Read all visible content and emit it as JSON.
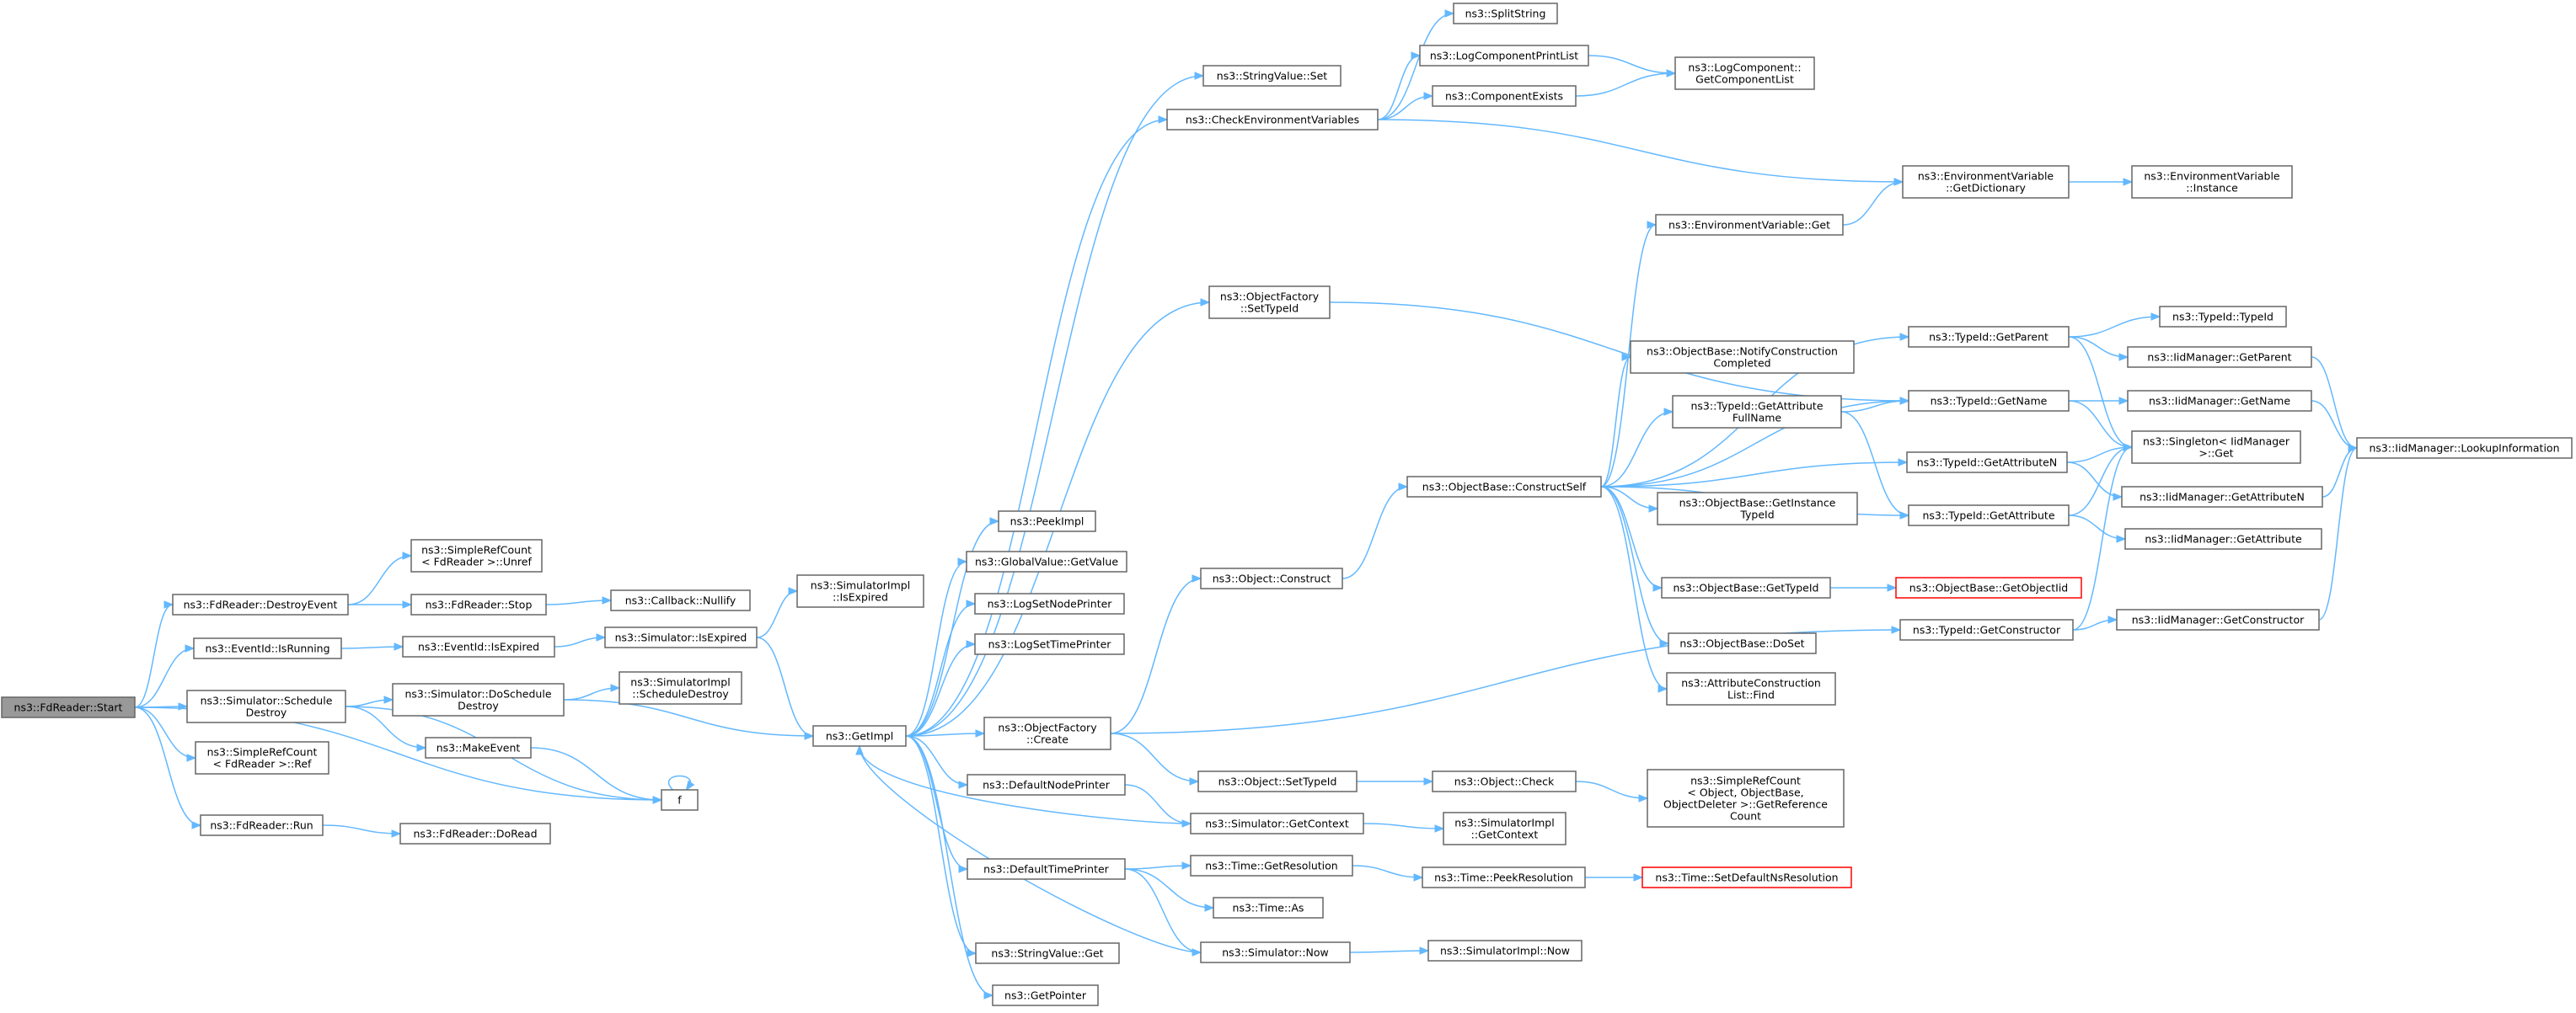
{
  "graph": {
    "colors": {
      "edge": "#63b8ff",
      "node_border": "#666666",
      "root_fill": "#999999",
      "red_border": "#ff0000"
    },
    "nodes": [
      {
        "id": "start",
        "lines": [
          "ns3::FdReader::Start"
        ],
        "style": "root"
      },
      {
        "id": "destroyEvent",
        "lines": [
          "ns3::FdReader::DestroyEvent"
        ]
      },
      {
        "id": "isRunning",
        "lines": [
          "ns3::EventId::IsRunning"
        ]
      },
      {
        "id": "scheduleDestroy",
        "lines": [
          "ns3::Simulator::Schedule",
          "Destroy"
        ]
      },
      {
        "id": "simpleRefCountRef",
        "lines": [
          "ns3::SimpleRefCount",
          "< FdReader >::Ref"
        ]
      },
      {
        "id": "run",
        "lines": [
          "ns3::FdReader::Run"
        ]
      },
      {
        "id": "unref",
        "lines": [
          "ns3::SimpleRefCount",
          "< FdReader >::Unref"
        ]
      },
      {
        "id": "stop",
        "lines": [
          "ns3::FdReader::Stop"
        ]
      },
      {
        "id": "isExpired",
        "lines": [
          "ns3::EventId::IsExpired"
        ]
      },
      {
        "id": "doScheduleDestroy",
        "lines": [
          "ns3::Simulator::DoSchedule",
          "Destroy"
        ]
      },
      {
        "id": "makeEvent",
        "lines": [
          "ns3::MakeEvent"
        ]
      },
      {
        "id": "doRead",
        "lines": [
          "ns3::FdReader::DoRead"
        ]
      },
      {
        "id": "nullify",
        "lines": [
          "ns3::Callback::Nullify"
        ]
      },
      {
        "id": "simIsExpired",
        "lines": [
          "ns3::Simulator::IsExpired"
        ]
      },
      {
        "id": "implScheduleDestroy",
        "lines": [
          "ns3::SimulatorImpl",
          "::ScheduleDestroy"
        ]
      },
      {
        "id": "f",
        "lines": [
          "f"
        ]
      },
      {
        "id": "implIsExpired",
        "lines": [
          "ns3::SimulatorImpl",
          "::IsExpired"
        ]
      },
      {
        "id": "getImpl",
        "lines": [
          "ns3::GetImpl"
        ]
      },
      {
        "id": "peekImpl",
        "lines": [
          "ns3::PeekImpl"
        ]
      },
      {
        "id": "gvGetValue",
        "lines": [
          "ns3::GlobalValue::GetValue"
        ]
      },
      {
        "id": "logSetNodePrinter",
        "lines": [
          "ns3::LogSetNodePrinter"
        ]
      },
      {
        "id": "logSetTimePrinter",
        "lines": [
          "ns3::LogSetTimePrinter"
        ]
      },
      {
        "id": "ofCreate",
        "lines": [
          "ns3::ObjectFactory",
          "::Create"
        ]
      },
      {
        "id": "defaultNodePrinter",
        "lines": [
          "ns3::DefaultNodePrinter"
        ]
      },
      {
        "id": "defaultTimePrinter",
        "lines": [
          "ns3::DefaultTimePrinter"
        ]
      },
      {
        "id": "stringValueGet",
        "lines": [
          "ns3::StringValue::Get"
        ]
      },
      {
        "id": "getPointer",
        "lines": [
          "ns3::GetPointer"
        ]
      },
      {
        "id": "stringValueSet",
        "lines": [
          "ns3::StringValue::Set"
        ]
      },
      {
        "id": "checkEnv",
        "lines": [
          "ns3::CheckEnvironmentVariables"
        ]
      },
      {
        "id": "ofSetTypeId",
        "lines": [
          "ns3::ObjectFactory",
          "::SetTypeId"
        ]
      },
      {
        "id": "objConstruct",
        "lines": [
          "ns3::Object::Construct"
        ]
      },
      {
        "id": "objSetTypeId",
        "lines": [
          "ns3::Object::SetTypeId"
        ]
      },
      {
        "id": "simGetContext",
        "lines": [
          "ns3::Simulator::GetContext"
        ]
      },
      {
        "id": "timeGetResolution",
        "lines": [
          "ns3::Time::GetResolution"
        ]
      },
      {
        "id": "timeAs",
        "lines": [
          "ns3::Time::As"
        ]
      },
      {
        "id": "simNow",
        "lines": [
          "ns3::Simulator::Now"
        ]
      },
      {
        "id": "splitString",
        "lines": [
          "ns3::SplitString"
        ]
      },
      {
        "id": "logComponentPrintList",
        "lines": [
          "ns3::LogComponentPrintList"
        ]
      },
      {
        "id": "componentExists",
        "lines": [
          "ns3::ComponentExists"
        ]
      },
      {
        "id": "constructSelf",
        "lines": [
          "ns3::ObjectBase::ConstructSelf"
        ]
      },
      {
        "id": "objCheck",
        "lines": [
          "ns3::Object::Check"
        ]
      },
      {
        "id": "implGetContext",
        "lines": [
          "ns3::SimulatorImpl",
          "::GetContext"
        ]
      },
      {
        "id": "peekResolution",
        "lines": [
          "ns3::Time::PeekResolution"
        ]
      },
      {
        "id": "implNow",
        "lines": [
          "ns3::SimulatorImpl::Now"
        ]
      },
      {
        "id": "getComponentList",
        "lines": [
          "ns3::LogComponent::",
          "GetComponentList"
        ]
      },
      {
        "id": "envGet",
        "lines": [
          "ns3::EnvironmentVariable::Get"
        ]
      },
      {
        "id": "notifyConstruction",
        "lines": [
          "ns3::ObjectBase::NotifyConstruction",
          "Completed"
        ]
      },
      {
        "id": "getAttrFullName",
        "lines": [
          "ns3::TypeId::GetAttribute",
          "FullName"
        ]
      },
      {
        "id": "getInstanceTypeId",
        "lines": [
          "ns3::ObjectBase::GetInstance",
          "TypeId"
        ]
      },
      {
        "id": "obGetTypeId",
        "lines": [
          "ns3::ObjectBase::GetTypeId"
        ]
      },
      {
        "id": "obDoSet",
        "lines": [
          "ns3::ObjectBase::DoSet"
        ]
      },
      {
        "id": "attrConstructionFind",
        "lines": [
          "ns3::AttributeConstruction",
          "List::Find"
        ]
      },
      {
        "id": "simpleRefCountGetRef",
        "lines": [
          "ns3::SimpleRefCount",
          "< Object, ObjectBase,",
          "ObjectDeleter >::GetReference",
          "Count"
        ]
      },
      {
        "id": "setDefaultNsResolution",
        "lines": [
          "ns3::Time::SetDefaultNsResolution"
        ],
        "style": "red"
      },
      {
        "id": "envGetDictionary",
        "lines": [
          "ns3::EnvironmentVariable",
          "::GetDictionary"
        ]
      },
      {
        "id": "typeIdGetParent",
        "lines": [
          "ns3::TypeId::GetParent"
        ]
      },
      {
        "id": "typeIdGetName",
        "lines": [
          "ns3::TypeId::GetName"
        ]
      },
      {
        "id": "typeIdGetAttributeN",
        "lines": [
          "ns3::TypeId::GetAttributeN"
        ]
      },
      {
        "id": "typeIdGetAttribute",
        "lines": [
          "ns3::TypeId::GetAttribute"
        ]
      },
      {
        "id": "getObjectIid",
        "lines": [
          "ns3::ObjectBase::GetObjectIid"
        ],
        "style": "red"
      },
      {
        "id": "typeIdGetConstructor",
        "lines": [
          "ns3::TypeId::GetConstructor"
        ]
      },
      {
        "id": "envInstance",
        "lines": [
          "ns3::EnvironmentVariable",
          "::Instance"
        ]
      },
      {
        "id": "typeIdTypeId",
        "lines": [
          "ns3::TypeId::TypeId"
        ]
      },
      {
        "id": "iidGetParent",
        "lines": [
          "ns3::IidManager::GetParent"
        ]
      },
      {
        "id": "iidGetName",
        "lines": [
          "ns3::IidManager::GetName"
        ]
      },
      {
        "id": "singletonGet",
        "lines": [
          "ns3::Singleton< IidManager",
          " >::Get"
        ]
      },
      {
        "id": "iidGetAttributeN",
        "lines": [
          "ns3::IidManager::GetAttributeN"
        ]
      },
      {
        "id": "iidGetAttribute",
        "lines": [
          "ns3::IidManager::GetAttribute"
        ]
      },
      {
        "id": "iidGetConstructor",
        "lines": [
          "ns3::IidManager::GetConstructor"
        ]
      },
      {
        "id": "iidLookup",
        "lines": [
          "ns3::IidManager::LookupInformation"
        ]
      }
    ],
    "edges": [
      [
        "start",
        "destroyEvent"
      ],
      [
        "start",
        "isRunning"
      ],
      [
        "start",
        "scheduleDestroy"
      ],
      [
        "start",
        "simpleRefCountRef"
      ],
      [
        "start",
        "run"
      ],
      [
        "start",
        "f"
      ],
      [
        "destroyEvent",
        "unref"
      ],
      [
        "destroyEvent",
        "stop"
      ],
      [
        "stop",
        "nullify"
      ],
      [
        "isRunning",
        "isExpired"
      ],
      [
        "isExpired",
        "simIsExpired"
      ],
      [
        "simIsExpired",
        "implIsExpired"
      ],
      [
        "simIsExpired",
        "getImpl"
      ],
      [
        "scheduleDestroy",
        "doScheduleDestroy"
      ],
      [
        "scheduleDestroy",
        "makeEvent"
      ],
      [
        "scheduleDestroy",
        "f"
      ],
      [
        "doScheduleDestroy",
        "implScheduleDestroy"
      ],
      [
        "doScheduleDestroy",
        "getImpl"
      ],
      [
        "makeEvent",
        "f"
      ],
      [
        "f",
        "f"
      ],
      [
        "run",
        "doRead"
      ],
      [
        "getImpl",
        "peekImpl"
      ],
      [
        "getImpl",
        "gvGetValue"
      ],
      [
        "getImpl",
        "logSetNodePrinter"
      ],
      [
        "getImpl",
        "logSetTimePrinter"
      ],
      [
        "getImpl",
        "ofCreate"
      ],
      [
        "getImpl",
        "defaultNodePrinter"
      ],
      [
        "getImpl",
        "defaultTimePrinter"
      ],
      [
        "getImpl",
        "stringValueGet"
      ],
      [
        "getImpl",
        "getPointer"
      ],
      [
        "getImpl",
        "stringValueSet"
      ],
      [
        "getImpl",
        "checkEnv"
      ],
      [
        "getImpl",
        "ofSetTypeId"
      ],
      [
        "simGetContext",
        "getImpl"
      ],
      [
        "simNow",
        "getImpl"
      ],
      [
        "ofCreate",
        "objConstruct"
      ],
      [
        "ofCreate",
        "objSetTypeId"
      ],
      [
        "ofCreate",
        "typeIdGetConstructor"
      ],
      [
        "defaultNodePrinter",
        "simGetContext"
      ],
      [
        "defaultTimePrinter",
        "timeGetResolution"
      ],
      [
        "defaultTimePrinter",
        "timeAs"
      ],
      [
        "defaultTimePrinter",
        "simNow"
      ],
      [
        "checkEnv",
        "splitString"
      ],
      [
        "checkEnv",
        "logComponentPrintList"
      ],
      [
        "checkEnv",
        "componentExists"
      ],
      [
        "checkEnv",
        "envGetDictionary"
      ],
      [
        "logComponentPrintList",
        "getComponentList"
      ],
      [
        "componentExists",
        "getComponentList"
      ],
      [
        "ofSetTypeId",
        "typeIdGetName"
      ],
      [
        "objConstruct",
        "constructSelf"
      ],
      [
        "objSetTypeId",
        "objCheck"
      ],
      [
        "objCheck",
        "simpleRefCountGetRef"
      ],
      [
        "simGetContext",
        "implGetContext"
      ],
      [
        "timeGetResolution",
        "peekResolution"
      ],
      [
        "peekResolution",
        "setDefaultNsResolution"
      ],
      [
        "simNow",
        "implNow"
      ],
      [
        "constructSelf",
        "envGet"
      ],
      [
        "constructSelf",
        "notifyConstruction"
      ],
      [
        "constructSelf",
        "getAttrFullName"
      ],
      [
        "constructSelf",
        "getInstanceTypeId"
      ],
      [
        "constructSelf",
        "obGetTypeId"
      ],
      [
        "constructSelf",
        "obDoSet"
      ],
      [
        "constructSelf",
        "attrConstructionFind"
      ],
      [
        "constructSelf",
        "typeIdGetParent"
      ],
      [
        "constructSelf",
        "typeIdGetName"
      ],
      [
        "constructSelf",
        "typeIdGetAttributeN"
      ],
      [
        "constructSelf",
        "typeIdGetAttribute"
      ],
      [
        "envGet",
        "envGetDictionary"
      ],
      [
        "envGetDictionary",
        "envInstance"
      ],
      [
        "getAttrFullName",
        "typeIdGetName"
      ],
      [
        "getAttrFullName",
        "typeIdGetAttribute"
      ],
      [
        "obGetTypeId",
        "getObjectIid"
      ],
      [
        "typeIdGetParent",
        "typeIdTypeId"
      ],
      [
        "typeIdGetParent",
        "iidGetParent"
      ],
      [
        "typeIdGetParent",
        "singletonGet"
      ],
      [
        "typeIdGetName",
        "iidGetName"
      ],
      [
        "typeIdGetName",
        "singletonGet"
      ],
      [
        "typeIdGetAttributeN",
        "singletonGet"
      ],
      [
        "typeIdGetAttributeN",
        "iidGetAttributeN"
      ],
      [
        "typeIdGetAttribute",
        "singletonGet"
      ],
      [
        "typeIdGetAttribute",
        "iidGetAttribute"
      ],
      [
        "typeIdGetConstructor",
        "singletonGet"
      ],
      [
        "typeIdGetConstructor",
        "iidGetConstructor"
      ],
      [
        "iidGetParent",
        "iidLookup"
      ],
      [
        "iidGetName",
        "iidLookup"
      ],
      [
        "iidGetAttributeN",
        "iidLookup"
      ],
      [
        "iidGetConstructor",
        "iidLookup"
      ]
    ]
  }
}
